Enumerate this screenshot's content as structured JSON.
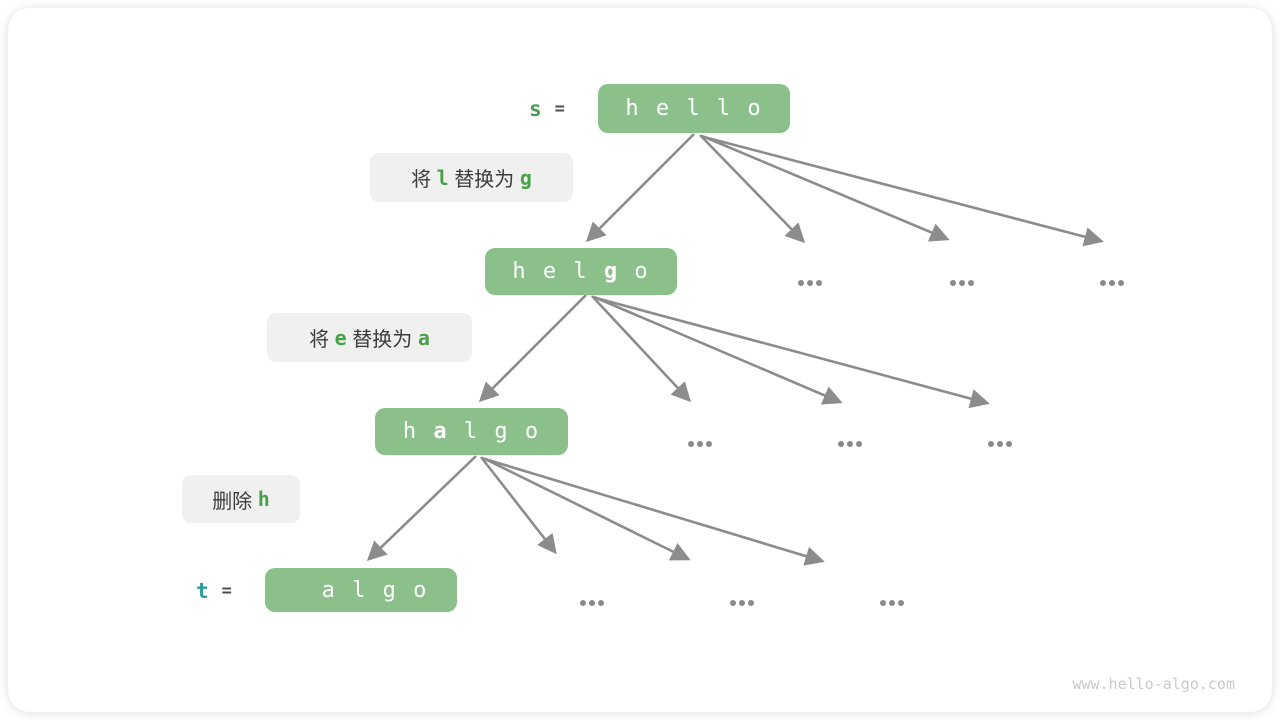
{
  "diagram": {
    "description": "Edit distance search tree transforming string s into string t",
    "source_var": {
      "name": "s",
      "equals": "="
    },
    "target_var": {
      "name": "t",
      "equals": "="
    },
    "nodes": {
      "hello": {
        "pre": "h e l l o",
        "bold": "",
        "post": ""
      },
      "helgo": {
        "pre": "h e l ",
        "bold": "g",
        "post": " o"
      },
      "halgo": {
        "pre": "h ",
        "bold": "a",
        "post": " l g o"
      },
      "algo": {
        "pre": "a l g o",
        "bold": "",
        "post": ""
      }
    },
    "operations": [
      {
        "prefix": "将 ",
        "from": "l",
        "middle": " 替换为 ",
        "to": "g"
      },
      {
        "prefix": "将 ",
        "from": "e",
        "middle": " 替换为 ",
        "to": "a"
      },
      {
        "prefix": "删除 ",
        "from": "h",
        "middle": "",
        "to": ""
      }
    ],
    "ellipsis_symbol": "...",
    "ellipsis_branches_per_level": 3,
    "watermark": "www.hello-algo.com",
    "colors": {
      "node_fill": "#8BC08B",
      "accent_green": "#4AA14A",
      "accent_teal": "#2E9C9C",
      "label_bg": "#F0F0F0",
      "text_dark": "#3C3C3C",
      "arrow_gray": "#8C8C8C",
      "watermark_gray": "#C9C9C9"
    }
  }
}
